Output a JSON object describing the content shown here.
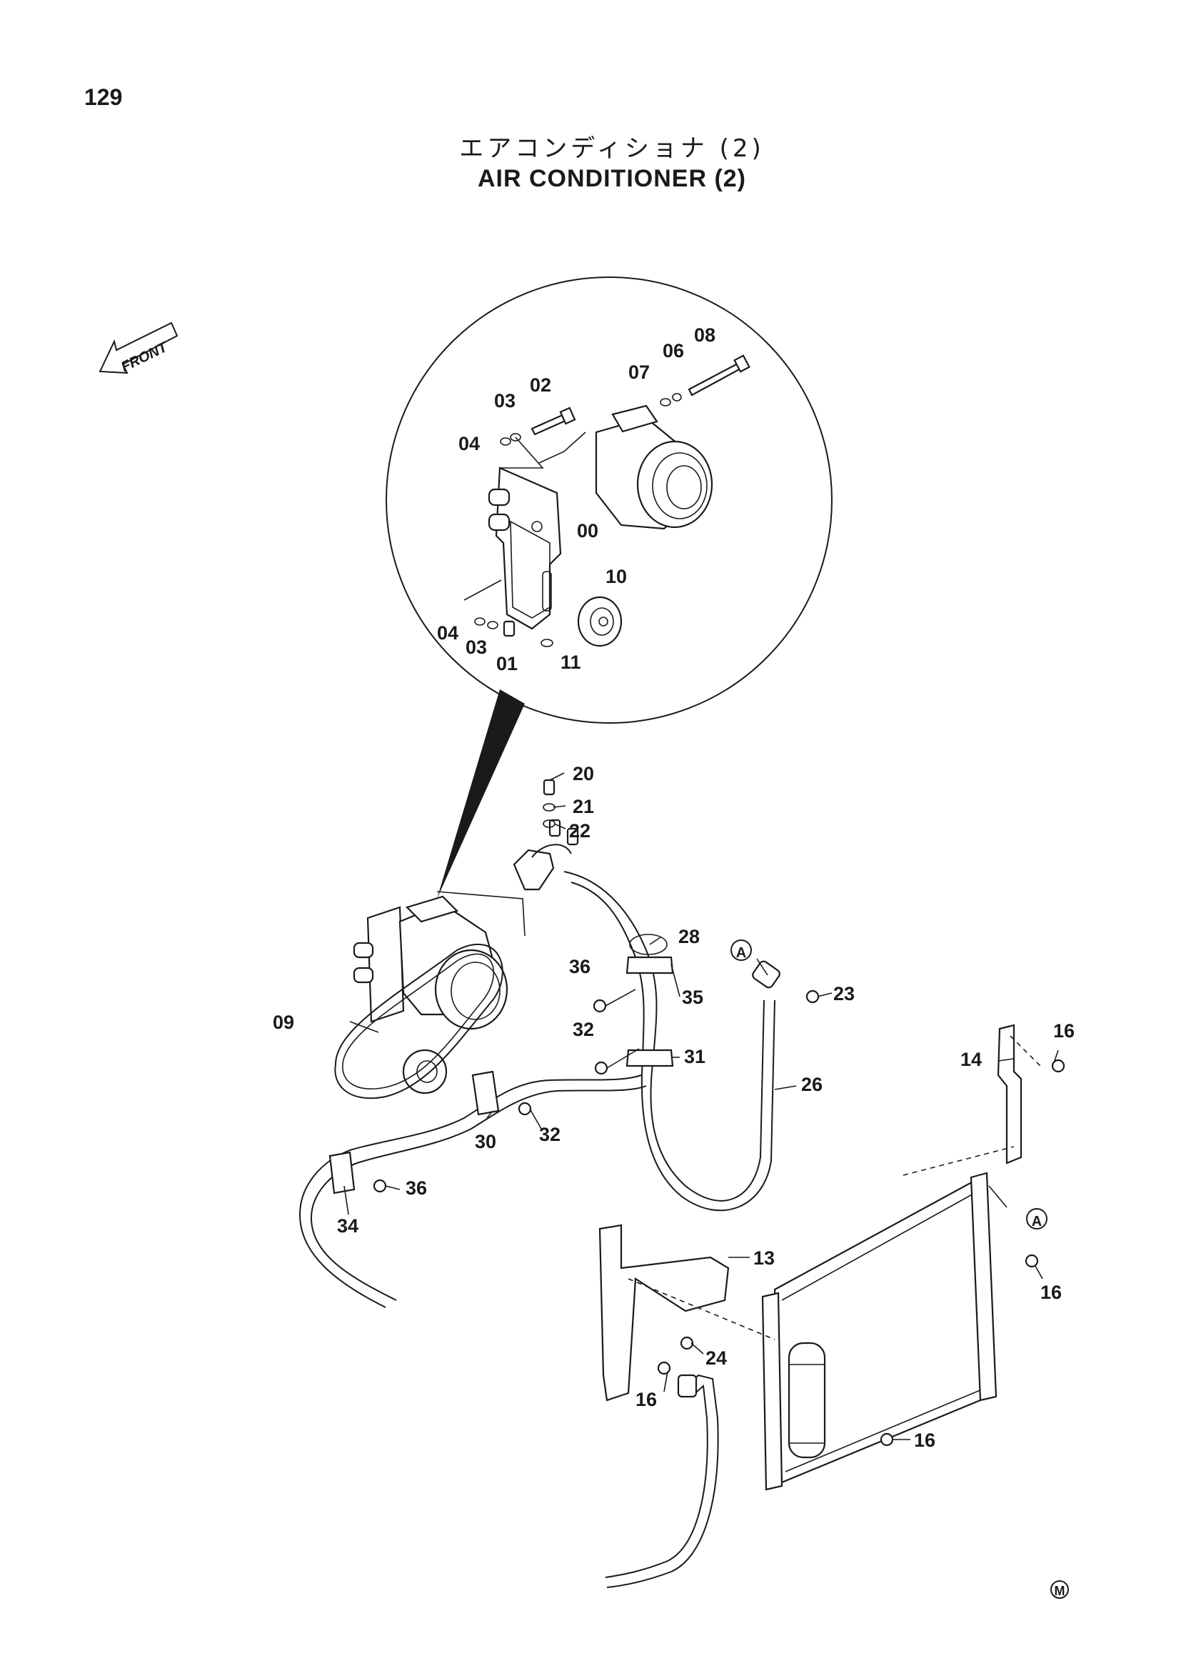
{
  "page_number": "129",
  "title": {
    "japanese": "エアコンディショナ (2)",
    "english": "AIR CONDITIONER (2)"
  },
  "front_arrow": "FRONT",
  "connector_marks": {
    "a_top": "A",
    "a_right": "A"
  },
  "corner_mark": "M",
  "callouts": {
    "p00": "00",
    "p01": "01",
    "p02": "02",
    "p03a": "03",
    "p03b": "03",
    "p04a": "04",
    "p04b": "04",
    "p06": "06",
    "p07": "07",
    "p08": "08",
    "p09": "09",
    "p10": "10",
    "p11": "11",
    "p13": "13",
    "p14": "14",
    "p16a": "16",
    "p16b": "16",
    "p16c": "16",
    "p16d": "16",
    "p20": "20",
    "p21": "21",
    "p22": "22",
    "p23": "23",
    "p24": "24",
    "p26": "26",
    "p28": "28",
    "p30": "30",
    "p31": "31",
    "p32a": "32",
    "p32b": "32",
    "p34": "34",
    "p35": "35",
    "p36a": "36",
    "p36b": "36"
  }
}
